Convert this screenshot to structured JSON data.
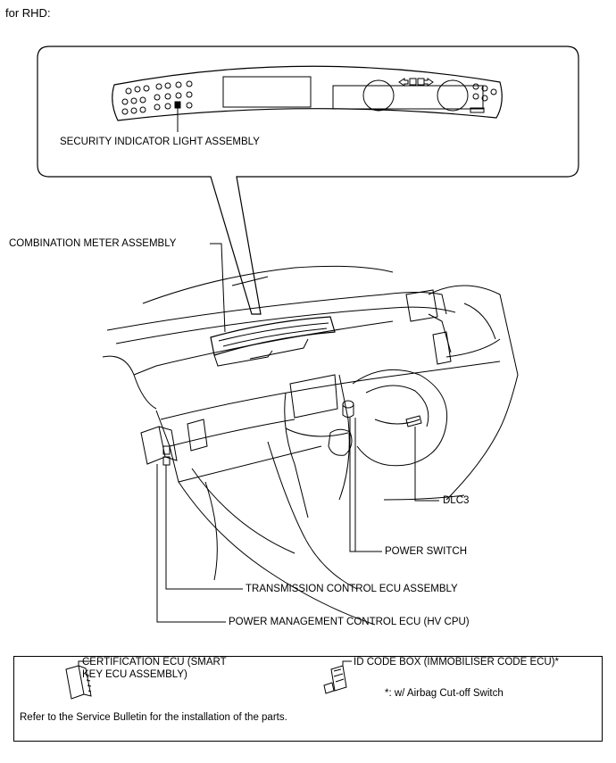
{
  "header": {
    "title": "for RHD:"
  },
  "callouts": {
    "security_indicator": "SECURITY INDICATOR LIGHT ASSEMBLY",
    "combination_meter": "COMBINATION METER ASSEMBLY",
    "dlc3": "DLC3",
    "power_switch": "POWER SWITCH",
    "transmission_ecu": "TRANSMISSION CONTROL ECU ASSEMBLY",
    "power_management_ecu": "POWER MANAGEMENT CONTROL ECU (HV CPU)"
  },
  "legend": {
    "certification_ecu_line1": "CERTIFICATION ECU (SMART",
    "certification_ecu_line2": "KEY ECU ASSEMBLY)",
    "id_code_box": "ID CODE BOX (IMMOBILISER CODE ECU)*",
    "footnote": "*: w/ Airbag Cut-off Switch",
    "note": "Refer to the Service Bulletin for the installation of the parts."
  }
}
